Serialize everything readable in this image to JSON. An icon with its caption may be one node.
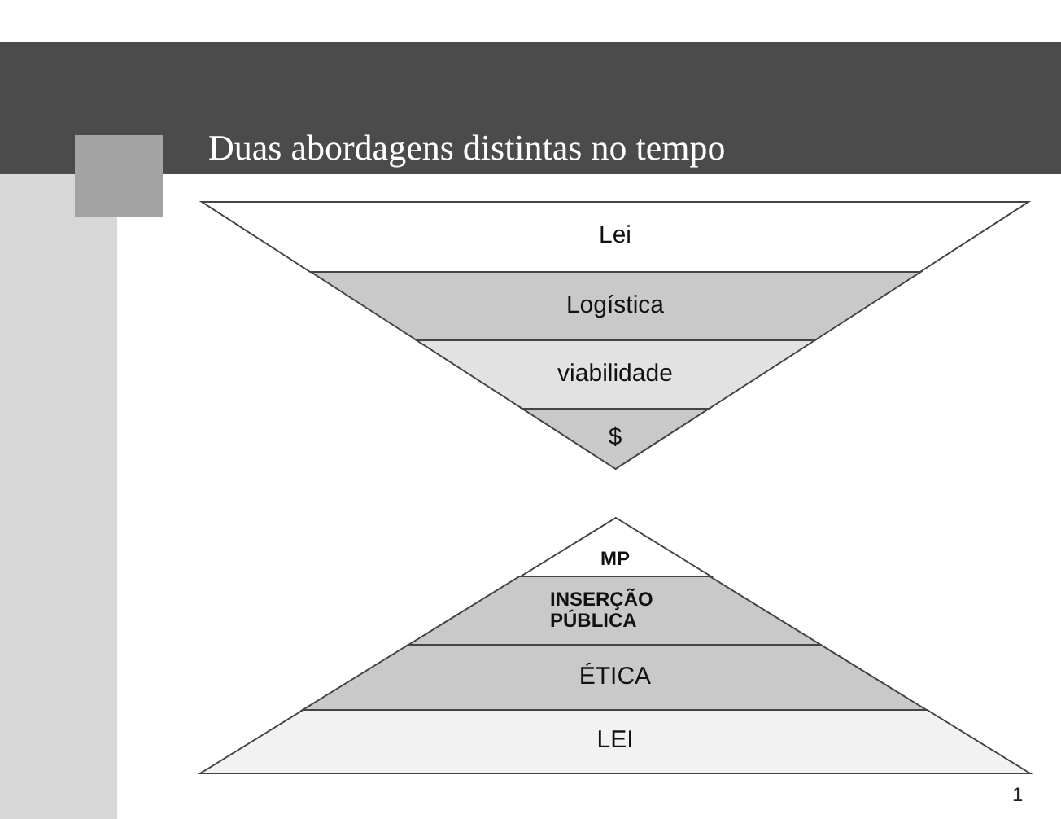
{
  "diagram": {
    "title": "Duas abordagens distintas no tempo",
    "nodes": [
      {
        "text": [
          "Lei"
        ]
      },
      {
        "text": [
          "Logística"
        ]
      },
      {
        "text": [
          "viabilidade"
        ]
      },
      {
        "text": [
          "$"
        ]
      },
      {
        "text": [
          "MP"
        ]
      },
      {
        "text": [
          "INSERÇÃO PÚBLICA"
        ]
      },
      {
        "text": [
          "ÉTICA"
        ]
      },
      {
        "text": [
          "LEI"
        ]
      }
    ],
    "labels": [
      "1"
    ]
  }
}
